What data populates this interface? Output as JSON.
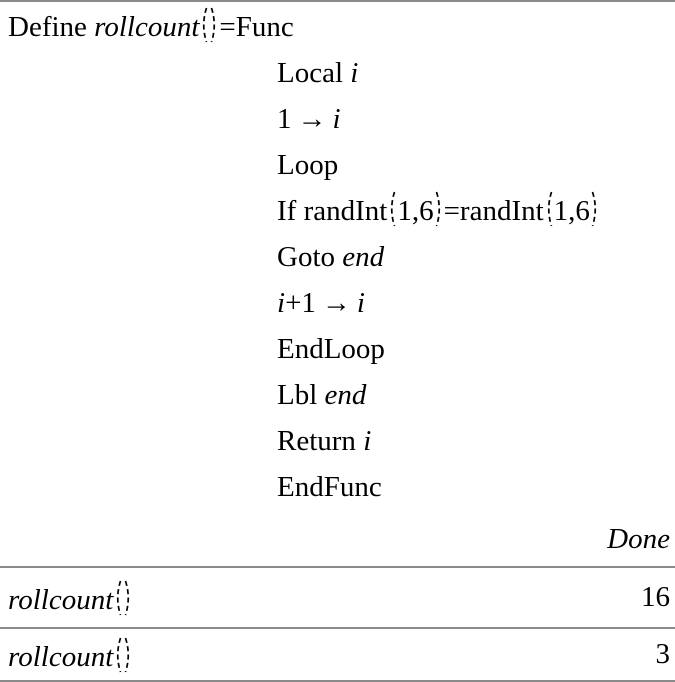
{
  "screen": {
    "background": "#ffffff",
    "text_color": "#000000",
    "separator_color": "#8a8a8a"
  },
  "program": {
    "lines": [
      {
        "indent": 0,
        "tokens": [
          {
            "t": "Define ",
            "s": "r"
          },
          {
            "t": "rollcount",
            "s": "i"
          },
          {
            "t": "(",
            "s": "p"
          },
          {
            "t": ")",
            "s": "p"
          },
          {
            "t": "=Func",
            "s": "r"
          }
        ]
      },
      {
        "indent": 1,
        "tokens": [
          {
            "t": "Local ",
            "s": "r"
          },
          {
            "t": "i",
            "s": "i"
          }
        ]
      },
      {
        "indent": 1,
        "tokens": [
          {
            "t": "1",
            "s": "r"
          },
          {
            "t": "→",
            "s": "a"
          },
          {
            "t": "i",
            "s": "i"
          }
        ]
      },
      {
        "indent": 1,
        "tokens": [
          {
            "t": "Loop",
            "s": "r"
          }
        ]
      },
      {
        "indent": 1,
        "tokens": [
          {
            "t": "If randInt",
            "s": "r"
          },
          {
            "t": "(",
            "s": "p"
          },
          {
            "t": "1,6",
            "s": "r"
          },
          {
            "t": ")",
            "s": "p"
          },
          {
            "t": "=randInt",
            "s": "r"
          },
          {
            "t": "(",
            "s": "p"
          },
          {
            "t": "1,6",
            "s": "r"
          },
          {
            "t": ")",
            "s": "p"
          }
        ]
      },
      {
        "indent": 1,
        "tokens": [
          {
            "t": "Goto ",
            "s": "r"
          },
          {
            "t": "end",
            "s": "i"
          }
        ]
      },
      {
        "indent": 1,
        "tokens": [
          {
            "t": "i",
            "s": "i"
          },
          {
            "t": "+1",
            "s": "r"
          },
          {
            "t": "→",
            "s": "a"
          },
          {
            "t": "i",
            "s": "i"
          }
        ]
      },
      {
        "indent": 1,
        "tokens": [
          {
            "t": "EndLoop",
            "s": "r"
          }
        ]
      },
      {
        "indent": 1,
        "tokens": [
          {
            "t": "Lbl ",
            "s": "r"
          },
          {
            "t": "end",
            "s": "i"
          }
        ]
      },
      {
        "indent": 1,
        "tokens": [
          {
            "t": "Return ",
            "s": "r"
          },
          {
            "t": "i",
            "s": "i"
          }
        ]
      },
      {
        "indent": 1,
        "tokens": [
          {
            "t": "EndFunc",
            "s": "r"
          }
        ]
      }
    ],
    "result": "Done"
  },
  "history": [
    {
      "name": "rollcount",
      "args": "()",
      "result": "16"
    },
    {
      "name": "rollcount",
      "args": "()",
      "result": "3"
    }
  ]
}
